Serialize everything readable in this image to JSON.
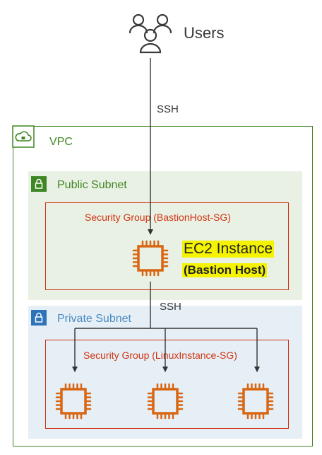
{
  "users": {
    "label": "Users",
    "icon": "users-icon"
  },
  "connections": {
    "ssh_top": "SSH",
    "ssh_mid": "SSH"
  },
  "vpc": {
    "label": "VPC",
    "icon": "cloud-lock-icon",
    "border_color": "#3f8624"
  },
  "public_subnet": {
    "label": "Public Subnet",
    "icon": "lock-icon",
    "badge_color": "#3f8624",
    "fill": "#e9f1e4"
  },
  "private_subnet": {
    "label": "Private Subnet",
    "icon": "lock-icon",
    "badge_color": "#2e73b8",
    "fill": "#e6eff6"
  },
  "sg_bastion": {
    "label": "Security Group (BastionHost-SG)"
  },
  "sg_linux": {
    "label": "Security Group (LinuxInstance-SG)"
  },
  "bastion": {
    "title": "EC2 Instance",
    "subtitle": "(Bastion Host)",
    "icon": "ec2-chip-icon",
    "highlight": "#f5f300"
  },
  "colors": {
    "sg_border": "#d13212",
    "ec2_orange": "#d86613",
    "arrow": "#333333"
  }
}
